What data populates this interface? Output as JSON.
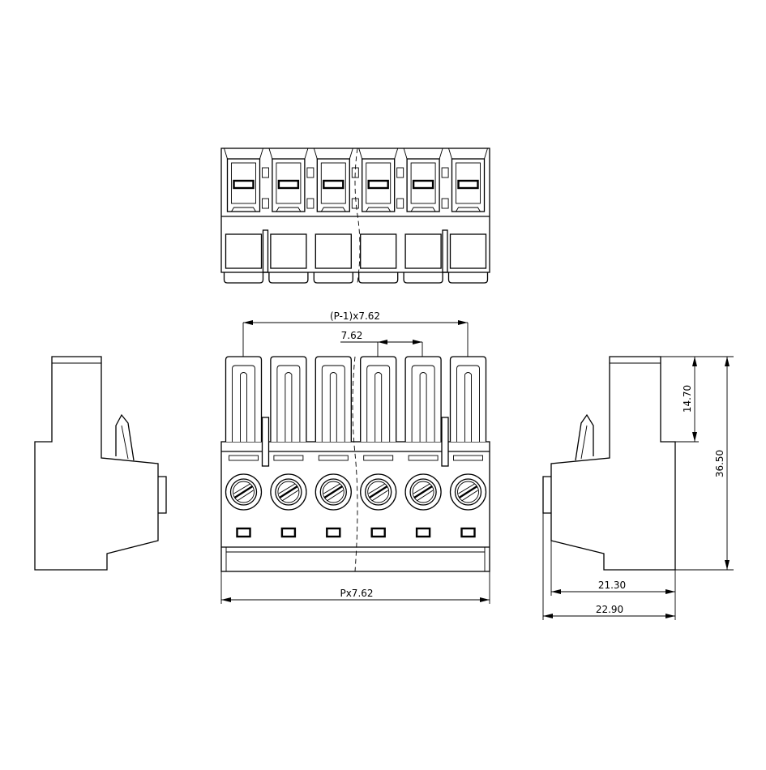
{
  "dimensions": {
    "pitch_total": "(P-1)x7.62",
    "pitch": "7.62",
    "overall_width": "Px7.62",
    "top_height": "14.70",
    "total_height": "36.50",
    "depth_inner": "21.30",
    "depth_outer": "22.90"
  },
  "colors": {
    "line": "#000000",
    "background": "#ffffff"
  }
}
